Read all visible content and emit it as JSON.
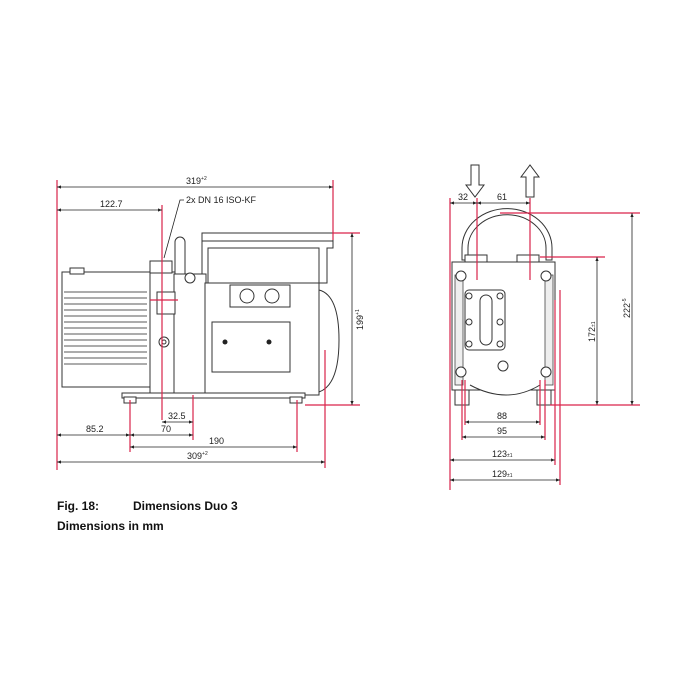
{
  "figure": {
    "number": "Fig. 18:",
    "title": "Dimensions Duo 3",
    "subtitle": "Dimensions in mm"
  },
  "side_view": {
    "flange_label": "2x DN 16 ISO-KF",
    "dims": {
      "overall_length": {
        "value": "319",
        "tol": "+2"
      },
      "flange_offset": {
        "value": "122.7"
      },
      "height": {
        "value": "199",
        "tol": "+1"
      },
      "foot_offset": {
        "value": "32.5"
      },
      "front_to_foot": {
        "value": "85.2"
      },
      "foot_to_center": {
        "value": "70"
      },
      "foot_spacing": {
        "value": "190"
      },
      "base_length": {
        "value": "309",
        "tol": "+2"
      }
    }
  },
  "front_view": {
    "dims": {
      "inlet_offset": {
        "value": "32"
      },
      "port_spacing": {
        "value": "61"
      },
      "overall_height": {
        "value": "222",
        "tol": "-5"
      },
      "body_height": {
        "value": "172",
        "tol": "±1"
      },
      "inner_foot_spacing": {
        "value": "88"
      },
      "outer_foot_spacing": {
        "value": "95"
      },
      "body_width": {
        "value": "123",
        "tol": "±1"
      },
      "overall_width": {
        "value": "129",
        "tol": "±1"
      }
    }
  },
  "colors": {
    "dimension_red": "#d9234a"
  }
}
